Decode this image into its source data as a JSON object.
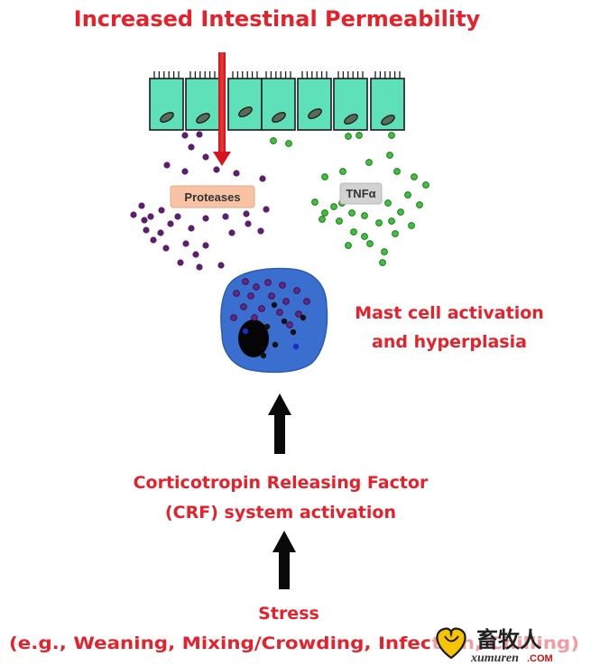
{
  "diagram": {
    "title": "Increased Intestinal Permeability",
    "proteases_label": "Proteases",
    "tnf_label": "TNFα",
    "mast_cell_label_line1": "Mast cell activation",
    "mast_cell_label_line2": "and hyperplasia",
    "crf_label_line1": "Corticotropin Releasing Factor",
    "crf_label_line2": "(CRF) system activation",
    "stress_label_line1": "Stress",
    "stress_label_line2": "(e.g., Weaning, Mixing/Crowding, Infection, Chilling)"
  },
  "watermark": {
    "chinese": "畜牧人",
    "latin": "xumuren",
    "suffix": ".COM"
  },
  "colors": {
    "label_red": "#e8202a",
    "cell_teal": "#5ee0b8",
    "protease_purple": "#5b1f6e",
    "tnf_green": "#3cc23c",
    "mast_blue": "#3a6fd0",
    "protease_box": "#f7c3a4",
    "tnf_box": "#d2d2d2"
  }
}
